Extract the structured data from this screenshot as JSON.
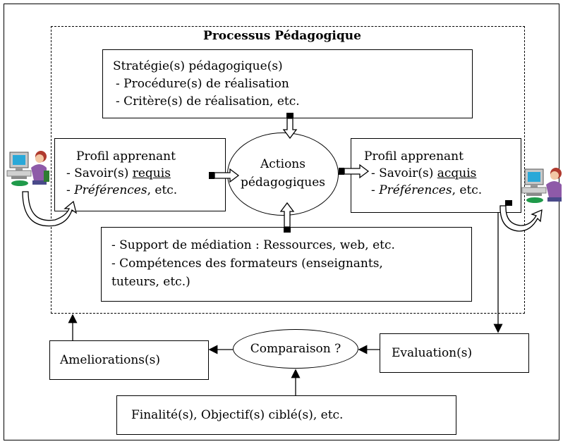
{
  "title": "Processus Pédagogique",
  "strategy": {
    "line1": "Stratégie(s) pédagogique(s)",
    "line2": "- Procédure(s) de réalisation",
    "line3": "- Critère(s) de réalisation, etc."
  },
  "profile_left": {
    "line1": "Profil apprenant",
    "savoir_prefix": "- Savoir(s) ",
    "savoir_word": "requis",
    "pref_prefix": "- ",
    "pref_word": "Préférences",
    "pref_suffix": ", etc."
  },
  "actions": {
    "line1": "Actions",
    "line2": "pédagogiques"
  },
  "profile_right": {
    "line1": "Profil apprenant",
    "savoir_prefix": "- Savoir(s) ",
    "savoir_word": "acquis",
    "pref_prefix": "- ",
    "pref_word": "Préférences",
    "pref_suffix": ", etc."
  },
  "support": {
    "line1": "- Support de médiation : Ressources, web, etc.",
    "line2": "- Compétences des formateurs (enseignants,",
    "line3": "tuteurs, etc.)"
  },
  "ameliorations": "Ameliorations(s)",
  "comparaison": "Comparaison ?",
  "evaluation": "Evaluation(s)",
  "finalite": "Finalité(s), Objectif(s) ciblé(s), etc."
}
